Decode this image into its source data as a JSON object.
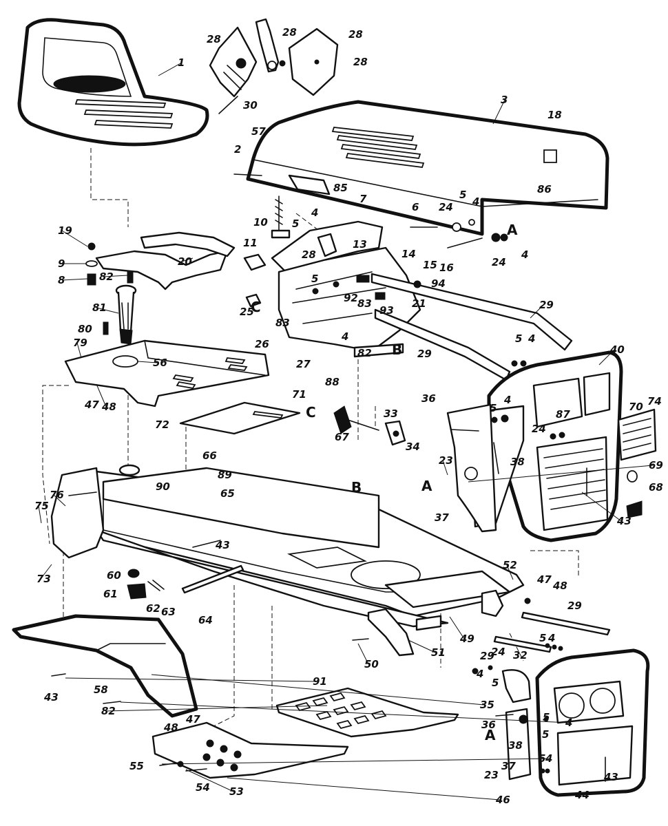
{
  "diagram": {
    "type": "exploded-parts-view",
    "colors": {
      "ink": "#111111",
      "paper": "#ffffff"
    },
    "callouts": [
      {
        "text": "1"
      },
      {
        "text": "28"
      },
      {
        "text": "28"
      },
      {
        "text": "28"
      },
      {
        "text": "28"
      },
      {
        "text": "30"
      },
      {
        "text": "3"
      },
      {
        "text": "18"
      },
      {
        "text": "86"
      },
      {
        "text": "57"
      },
      {
        "text": "2"
      },
      {
        "text": "85"
      },
      {
        "text": "7"
      },
      {
        "text": "10"
      },
      {
        "text": "5"
      },
      {
        "text": "4"
      },
      {
        "text": "6"
      },
      {
        "text": "24"
      },
      {
        "text": "5"
      },
      {
        "text": "4"
      },
      {
        "text": "A"
      },
      {
        "text": "24"
      },
      {
        "text": "4"
      },
      {
        "text": "19"
      },
      {
        "text": "9"
      },
      {
        "text": "8"
      },
      {
        "text": "82"
      },
      {
        "text": "20"
      },
      {
        "text": "11"
      },
      {
        "text": "28"
      },
      {
        "text": "13"
      },
      {
        "text": "14"
      },
      {
        "text": "15"
      },
      {
        "text": "16"
      },
      {
        "text": "5"
      },
      {
        "text": "94"
      },
      {
        "text": "29"
      },
      {
        "text": "81"
      },
      {
        "text": "25"
      },
      {
        "text": "C"
      },
      {
        "text": "83"
      },
      {
        "text": "92"
      },
      {
        "text": "83"
      },
      {
        "text": "93"
      },
      {
        "text": "21"
      },
      {
        "text": "80"
      },
      {
        "text": "26"
      },
      {
        "text": "4"
      },
      {
        "text": "82"
      },
      {
        "text": "B"
      },
      {
        "text": "29"
      },
      {
        "text": "5"
      },
      {
        "text": "4"
      },
      {
        "text": "40"
      },
      {
        "text": "79"
      },
      {
        "text": "56"
      },
      {
        "text": "27"
      },
      {
        "text": "88"
      },
      {
        "text": "47"
      },
      {
        "text": "48"
      },
      {
        "text": "71"
      },
      {
        "text": "C"
      },
      {
        "text": "33"
      },
      {
        "text": "36"
      },
      {
        "text": "5"
      },
      {
        "text": "4"
      },
      {
        "text": "24"
      },
      {
        "text": "87"
      },
      {
        "text": "70"
      },
      {
        "text": "74"
      },
      {
        "text": "72"
      },
      {
        "text": "67"
      },
      {
        "text": "34"
      },
      {
        "text": "23"
      },
      {
        "text": "66"
      },
      {
        "text": "38"
      },
      {
        "text": "69"
      },
      {
        "text": "A"
      },
      {
        "text": "68"
      },
      {
        "text": "37"
      },
      {
        "text": "43"
      },
      {
        "text": "76"
      },
      {
        "text": "90"
      },
      {
        "text": "89"
      },
      {
        "text": "65"
      },
      {
        "text": "B"
      },
      {
        "text": "75"
      },
      {
        "text": "43"
      },
      {
        "text": "73"
      },
      {
        "text": "60"
      },
      {
        "text": "52"
      },
      {
        "text": "47"
      },
      {
        "text": "48"
      },
      {
        "text": "61"
      },
      {
        "text": "62"
      },
      {
        "text": "63"
      },
      {
        "text": "64"
      },
      {
        "text": "29"
      },
      {
        "text": "49"
      },
      {
        "text": "51"
      },
      {
        "text": "50"
      },
      {
        "text": "5"
      },
      {
        "text": "4"
      },
      {
        "text": "29"
      },
      {
        "text": "24"
      },
      {
        "text": "32"
      },
      {
        "text": "4"
      },
      {
        "text": "5"
      },
      {
        "text": "43"
      },
      {
        "text": "58"
      },
      {
        "text": "91"
      },
      {
        "text": "35"
      },
      {
        "text": "82"
      },
      {
        "text": "36"
      },
      {
        "text": "5"
      },
      {
        "text": "4"
      },
      {
        "text": "5"
      },
      {
        "text": "A"
      },
      {
        "text": "48"
      },
      {
        "text": "47"
      },
      {
        "text": "38"
      },
      {
        "text": "37"
      },
      {
        "text": "55"
      },
      {
        "text": "5"
      },
      {
        "text": "4"
      },
      {
        "text": "23"
      },
      {
        "text": "43"
      },
      {
        "text": "54"
      },
      {
        "text": "53"
      },
      {
        "text": "46"
      },
      {
        "text": "44"
      }
    ]
  }
}
